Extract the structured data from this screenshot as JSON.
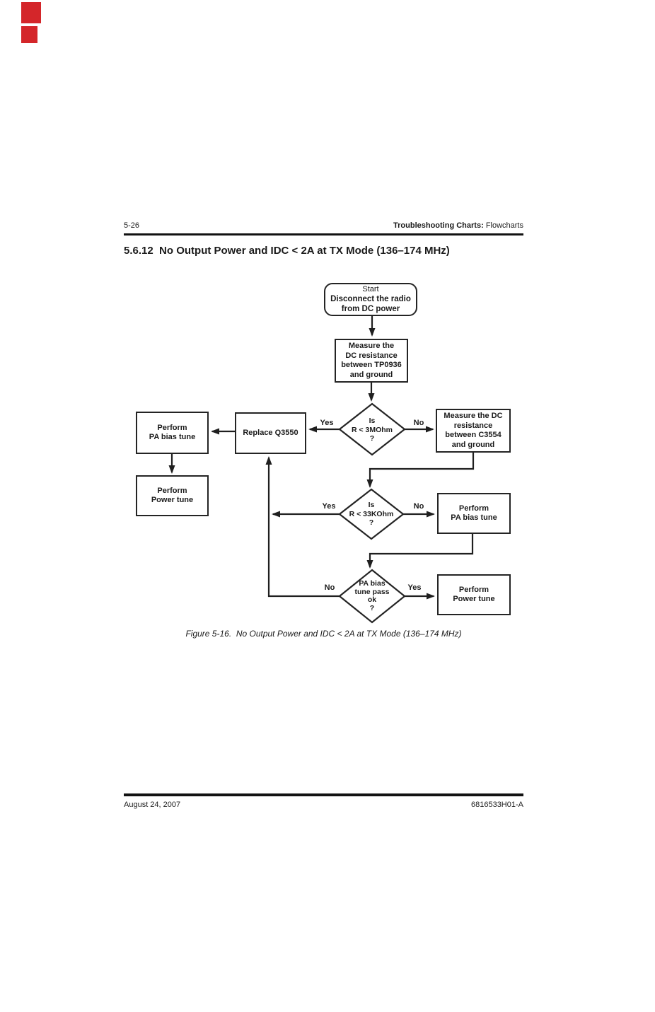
{
  "header": {
    "page_number": "5-26",
    "chapter": "Troubleshooting Charts:",
    "section": "Flowcharts"
  },
  "section_title": "5.6.12  No Output Power and IDC < 2A at TX Mode (136–174 MHz)",
  "figure_caption": "Figure 5-16.  No Output Power and IDC < 2A at TX Mode (136–174 MHz)",
  "footer": {
    "date": "August 24, 2007",
    "document_number": "6816533H01-A"
  },
  "flowchart": {
    "start": {
      "title": "Start",
      "body": "Disconnect the radio\nfrom DC power"
    },
    "measure_tp0936": "Measure the\nDC resistance\nbetween TP0936\nand ground",
    "decision_3mohm": "Is\nR < 3MOhm\n?",
    "replace_q3550": "Replace Q3550",
    "measure_c3554": "Measure the DC\nresistance\nbetween C3554\nand ground",
    "perform_pa_bias_tune_left": "Perform\nPA bias tune",
    "perform_power_tune_left": "Perform\nPower tune",
    "decision_33kohm": "Is\nR < 33KOhm\n?",
    "perform_pa_bias_tune_right": "Perform\nPA bias tune",
    "decision_pa_bias_pass": "PA bias\ntune pass\nok\n?",
    "perform_power_tune_right": "Perform\nPower tune",
    "labels": {
      "yes": "Yes",
      "no": "No"
    }
  },
  "colors": {
    "ink": "#1a1a1a",
    "red_mark": "#d4262a"
  }
}
